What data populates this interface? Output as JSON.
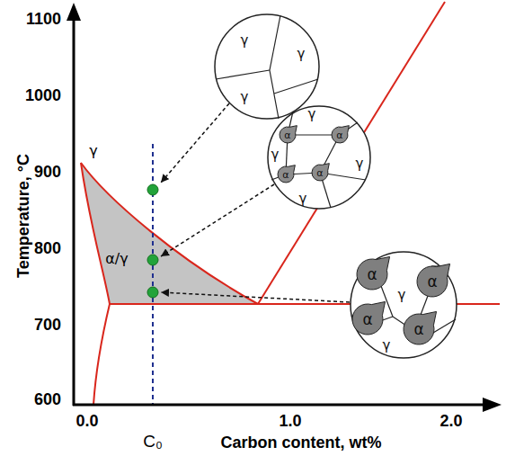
{
  "diagram": {
    "nodes": [
      {
        "text": [
          "γ",
          "γ",
          "γ"
        ]
      },
      {
        "text": [
          "γ",
          "γ",
          "γ",
          "γ"
        ]
      },
      {
        "text": [
          "α"
        ],
        "in": 1
      },
      {
        "text": [
          "α"
        ],
        "in": 1
      },
      {
        "text": [
          "α"
        ],
        "in": 1
      },
      {
        "text": [
          "α"
        ],
        "in": 1
      },
      {
        "text": [
          "γ",
          "γ"
        ]
      },
      {
        "text": [
          "α"
        ],
        "in": 6
      },
      {
        "text": [
          "α"
        ],
        "in": 6
      },
      {
        "text": [
          "α"
        ],
        "in": 6
      },
      {
        "text": [
          "α"
        ],
        "in": 6
      }
    ],
    "labels": [
      "1100",
      "1000",
      "900",
      "800",
      "700",
      "600",
      "Temperature, °C",
      "γ",
      "α/γ",
      "0.0",
      "1.0",
      "2.0",
      "C₀",
      "Carbon content, wt%"
    ]
  }
}
